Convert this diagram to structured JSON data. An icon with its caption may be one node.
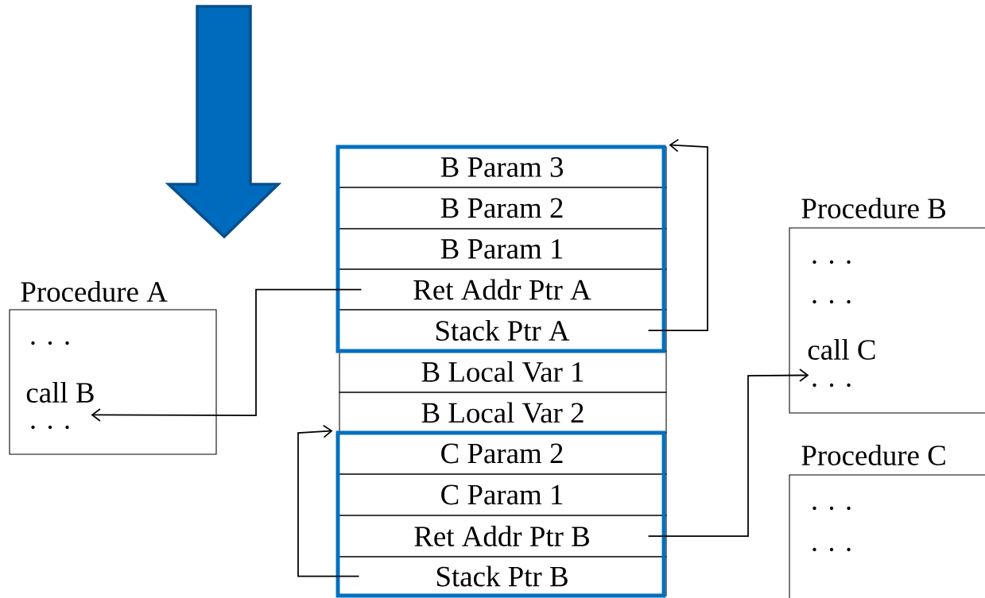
{
  "diagram": {
    "nodes": [
      {
        "text": [],
        "shape": "box"
      },
      {
        "text": [
          "B Param 3"
        ],
        "in": 0
      },
      {
        "text": [
          "B Param 2"
        ],
        "in": 0
      },
      {
        "text": [
          "B Param 1"
        ],
        "in": 0
      },
      {
        "text": [
          "Ret Addr Ptr A"
        ],
        "in": 0
      },
      {
        "text": [
          "Stack Ptr A"
        ],
        "in": 0
      },
      {
        "text": [
          "B Local Var 1"
        ]
      },
      {
        "text": [
          "B Local Var 2"
        ]
      },
      {
        "text": [],
        "shape": "box"
      },
      {
        "text": [
          "C Param 2"
        ],
        "in": 8
      },
      {
        "text": [
          "C Param 1"
        ],
        "in": 8
      },
      {
        "text": [
          "Ret Addr Ptr B"
        ],
        "in": 8
      },
      {
        "text": [
          "Stack Ptr B"
        ],
        "in": 8
      },
      {
        "text": [
          "Procedure A",
          "· · ·",
          "call B",
          "· · ·"
        ]
      },
      {
        "text": [
          "Procedure B",
          "· · ·",
          "· · ·",
          "call C",
          "· · ·"
        ]
      },
      {
        "text": [
          "Procedure C",
          "· · ·",
          "· · ·"
        ]
      }
    ],
    "edges": [
      {
        "from": 4,
        "to": 13,
        "arrow": "to"
      },
      {
        "from": 5,
        "to": 0,
        "arrow": "to"
      },
      {
        "from": 11,
        "to": 14,
        "arrow": "to"
      },
      {
        "from": 12,
        "to": 8,
        "arrow": "to"
      }
    ]
  }
}
